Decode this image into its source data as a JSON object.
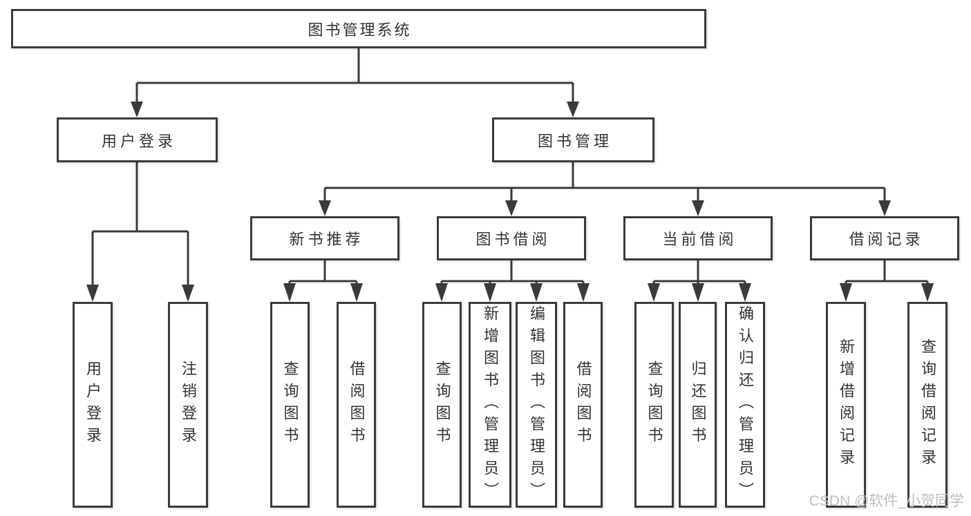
{
  "diagram": {
    "root": {
      "label": "图书管理系统"
    },
    "level2": [
      {
        "id": "user-login",
        "label": "用户登录"
      },
      {
        "id": "book-management",
        "label": "图书管理"
      }
    ],
    "level3": [
      {
        "id": "new-book-recommend",
        "label": "新书推荐"
      },
      {
        "id": "book-borrow",
        "label": "图书借阅"
      },
      {
        "id": "current-borrow",
        "label": "当前借阅"
      },
      {
        "id": "borrow-records",
        "label": "借阅记录"
      }
    ],
    "leaves": {
      "user_login": [
        "用户登录",
        "注销登录"
      ],
      "new_book_recommend": [
        "查询图书",
        "借阅图书"
      ],
      "book_borrow": [
        "查询图书",
        "新增图书（管理员）",
        "编辑图书（管理员）",
        "借阅图书"
      ],
      "current_borrow": [
        "查询图书",
        "归还图书",
        "确认归还（管理员）"
      ],
      "borrow_records": [
        "新增借阅记录",
        "查询借阅记录"
      ]
    }
  },
  "watermark": {
    "text": "CSDN @软件_小贺同学"
  },
  "colors": {
    "line": "#3a3a3a",
    "text": "#333333",
    "background": "#ffffff",
    "watermark": "#bdbdbd"
  }
}
